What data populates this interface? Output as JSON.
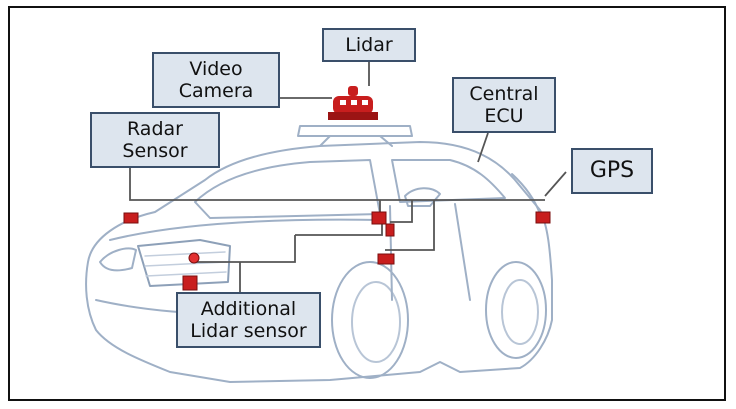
{
  "labels": {
    "lidar": [
      "Lidar"
    ],
    "video_camera": [
      "Video",
      "Camera"
    ],
    "radar_sensor": [
      "Radar",
      "Sensor"
    ],
    "central_ecu": [
      "Central",
      "ECU"
    ],
    "gps": [
      "GPS"
    ],
    "additional_lidar": [
      "Additional",
      "Lidar sensor"
    ]
  },
  "colors": {
    "label_fill": "#dde5ee",
    "label_border": "#3a4f6a",
    "car_outline": "#9fb0c6",
    "sensor_red": "#c81e1e",
    "connector_line": "#555555"
  }
}
